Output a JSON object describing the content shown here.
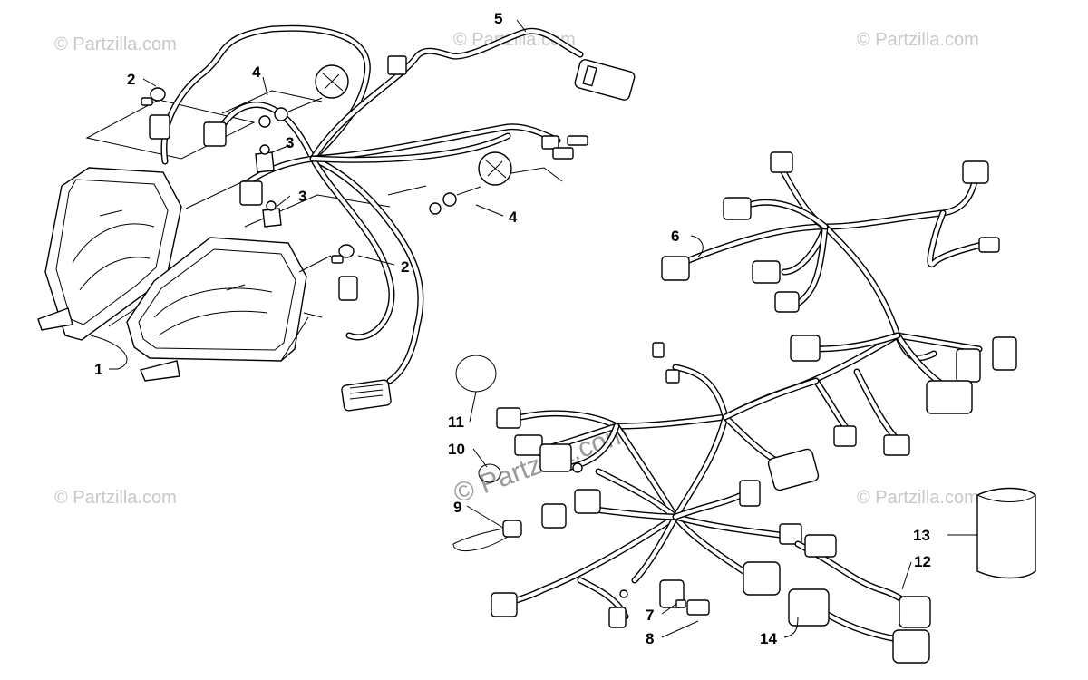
{
  "watermark": "© Partzilla.com",
  "watermark_center": "© Partzilla.com",
  "callouts": {
    "c1": "1",
    "c2a": "2",
    "c2b": "2",
    "c3a": "3",
    "c3b": "3",
    "c4a": "4",
    "c4b": "4",
    "c5": "5",
    "c6": "6",
    "c7": "7",
    "c8": "8",
    "c9": "9",
    "c10": "10",
    "c11": "11",
    "c12": "12",
    "c13": "13",
    "c14": "14"
  }
}
